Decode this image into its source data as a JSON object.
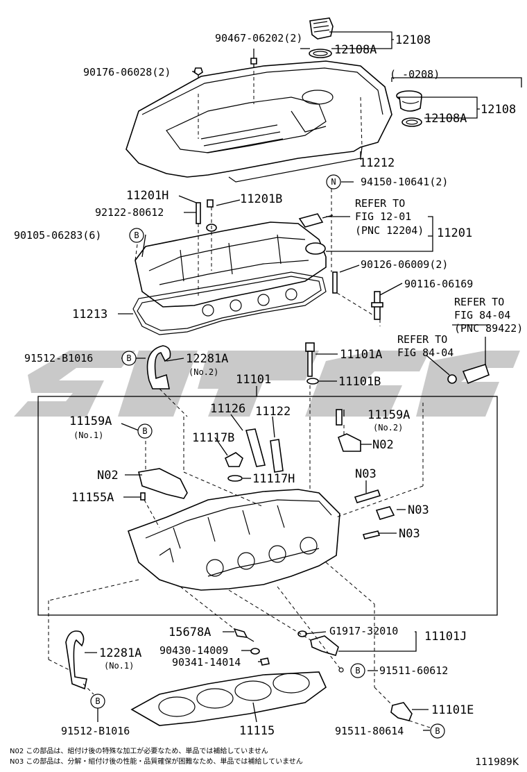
{
  "diagram_id": "111989K",
  "labels": {
    "p90467": "90467-06202(2)",
    "p12108_top": "12108",
    "p12108A_top": "12108A",
    "p90176": "90176-06028(2)",
    "date_range": "(      -0208)",
    "p12108_right": "12108",
    "p12108A_right": "12108A",
    "p11212": "11212",
    "p94150": "94150-10641(2)",
    "p11201H": "11201H",
    "p11201B": "11201B",
    "p92122": "92122-80612",
    "refer1_l1": "REFER TO",
    "refer1_l2": "FIG 12-01",
    "refer1_l3": "(PNC 12204)",
    "p11201": "11201",
    "p90105": "90105-06283(6)",
    "p90126": "90126-06009(2)",
    "p90116": "90116-06169",
    "p11213": "11213",
    "refer2_l1": "REFER TO",
    "refer2_l2": "FIG 84-04",
    "refer2_l3": "(PNC 89422)",
    "refer3_l1": "REFER TO",
    "refer3_l2": "FIG 84-04",
    "p91512_top": "91512-B1016",
    "p12281A_top": "12281A",
    "no2_a": "(No.2)",
    "p11101A": "11101A",
    "p11101": "11101",
    "p11101B": "11101B",
    "p11126": "11126",
    "p11122": "11122",
    "p11159A_left": "11159A",
    "no1_a": "(No.1)",
    "p11159A_right": "11159A",
    "no2_b": "(No.2)",
    "p11117B": "11117B",
    "n02_right": "N02",
    "n02_left": "N02",
    "p11117H": "11117H",
    "n03_a": "N03",
    "p11155A": "11155A",
    "n03_b": "N03",
    "n03_c": "N03",
    "p15678A": "15678A",
    "pG1917": "G1917-32010",
    "p11101J": "11101J",
    "p12281A_bottom": "12281A",
    "no1_b": "(No.1)",
    "p90430": "90430-14009",
    "p90341": "90341-14014",
    "p91511_60612": "91511-60612",
    "p11101E": "11101E",
    "p91512_bottom": "91512-B1016",
    "p11115": "11115",
    "p91511_80614": "91511-80614",
    "marker_B": "B",
    "marker_N": "N",
    "footnote_1": "N02  この部品は、組付け後の特殊な加工が必要なため、単品では補給していません",
    "footnote_2": "N03  この部品は、分解・組付け後の性能・品質確保が困難なため、単品では補給していません"
  },
  "watermark": {
    "color": "#bfbfbf"
  }
}
